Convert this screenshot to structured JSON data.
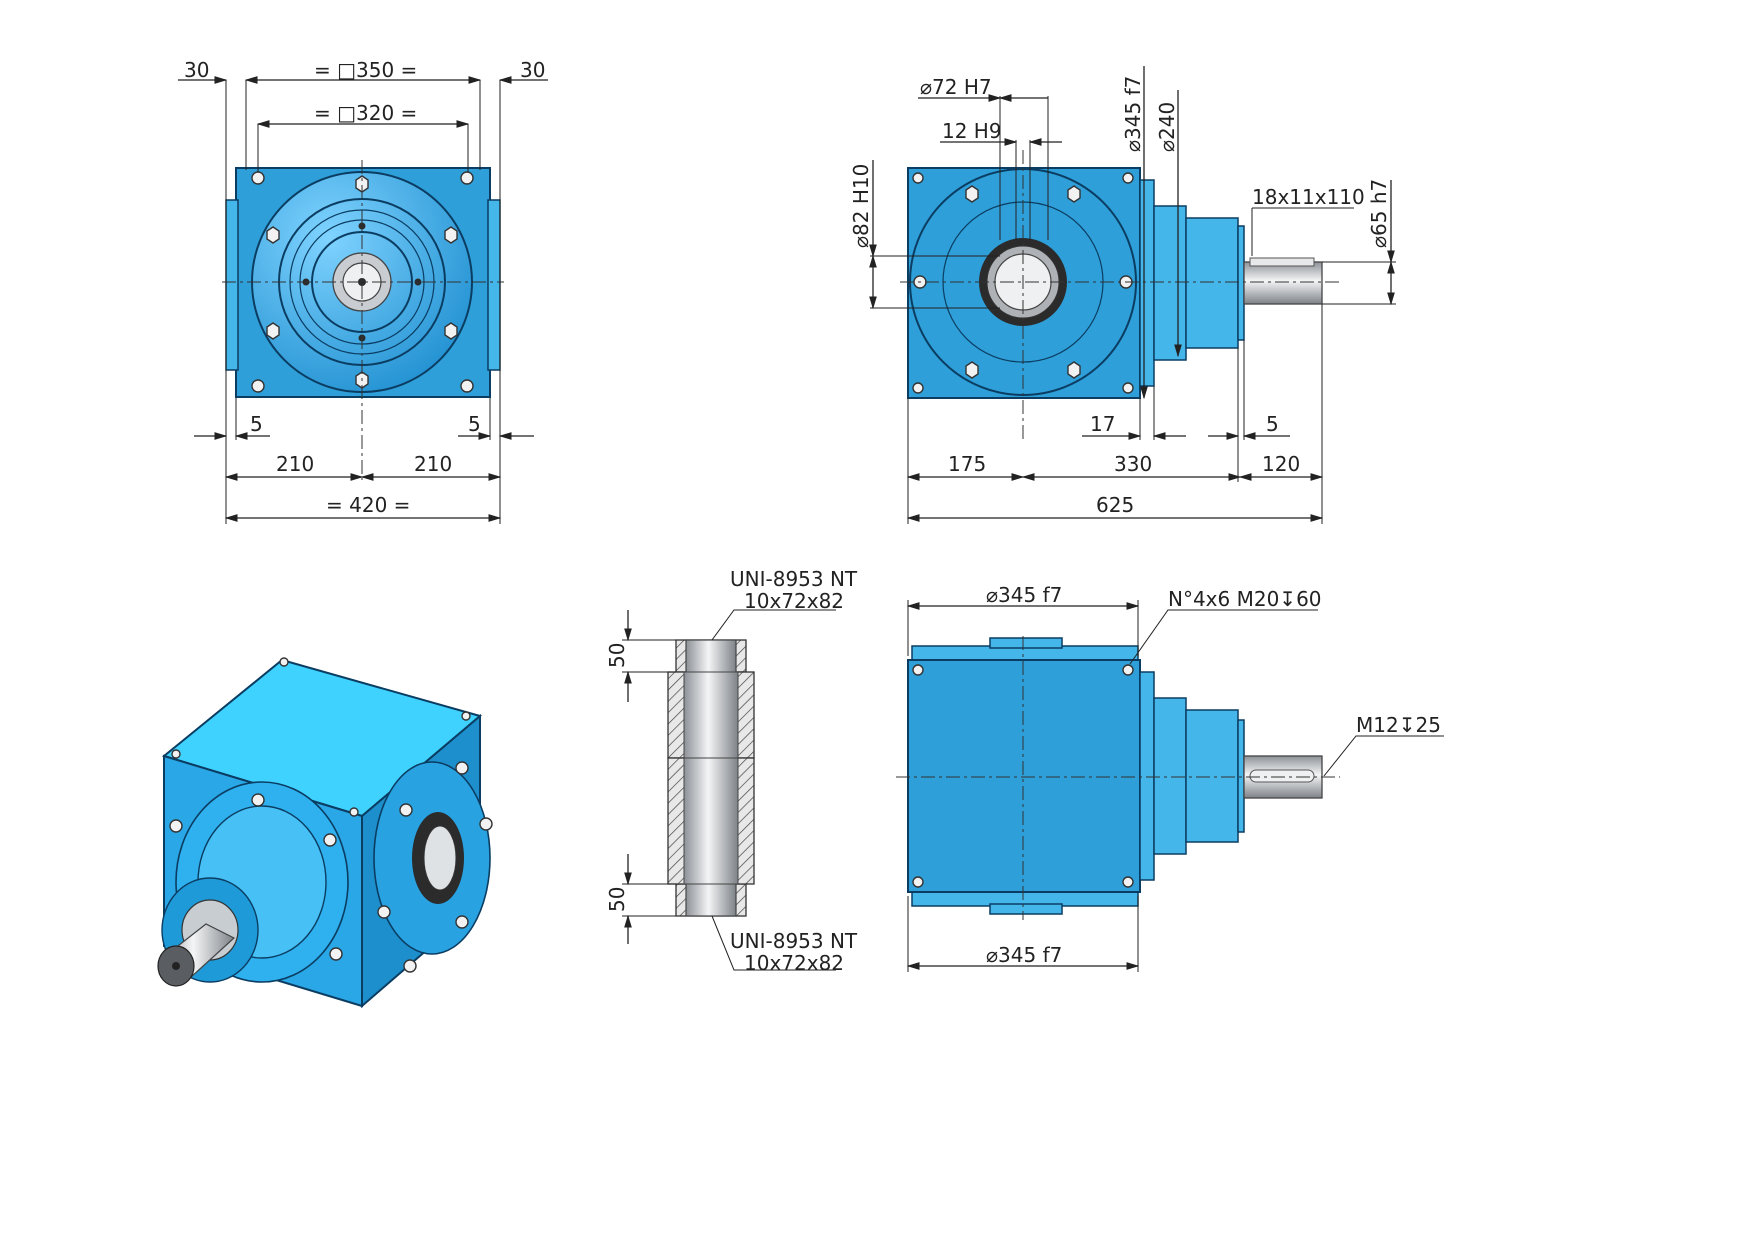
{
  "front_view": {
    "dim_flange_left": "30",
    "dim_square_350": "= □350 =",
    "dim_flange_right": "30",
    "dim_square_320": "= □320 =",
    "dim_gap_left": "5",
    "dim_gap_right": "5",
    "dim_half_left": "210",
    "dim_half_right": "210",
    "dim_total": "= 420 ="
  },
  "side_view": {
    "dim_bore": "⌀72 H7",
    "dim_key": "12 H9",
    "dim_spigot": "⌀345 f7",
    "dim_pilot": "⌀240",
    "dim_hub": "⌀82 H10",
    "dim_shaft_key": "18x11x110",
    "dim_shaft": "⌀65 h7",
    "dim_offset": "17",
    "dim_gap": "5",
    "dim_175": "175",
    "dim_330": "330",
    "dim_120": "120",
    "dim_625": "625"
  },
  "hollow_shaft": {
    "spline_top_line1": "UNI-8953 NT",
    "spline_top_line2": "10x72x82",
    "dim_top": "50",
    "dim_bottom": "50",
    "spline_bottom_line1": "UNI-8953 NT",
    "spline_bottom_line2": "10x72x82"
  },
  "top_view": {
    "dim_top": "⌀345 f7",
    "dim_holes": "N°4x6 M20↧60",
    "dim_shaft_thread": "M12↧25",
    "dim_bottom": "⌀345 f7"
  }
}
